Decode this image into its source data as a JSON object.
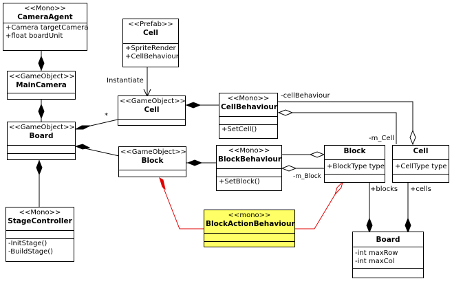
{
  "classes": {
    "camera_agent": {
      "stereotype": "<<Mono>>",
      "name": "CameraAgent",
      "attributes": [
        "+Camera targetCamera",
        "+float boardUnit"
      ]
    },
    "main_camera": {
      "stereotype": "<<GameObject>>",
      "name": "MainCamera"
    },
    "prefab_cell": {
      "stereotype": "<<Prefab>>",
      "name": "Cell",
      "attributes": [
        "+SpriteRender",
        "+CellBehaviour"
      ]
    },
    "go_cell": {
      "stereotype": "<<GameObject>>",
      "name": "Cell"
    },
    "go_board": {
      "stereotype": "<<GameObject>>",
      "name": "Board"
    },
    "go_block": {
      "stereotype": "<<GameObject>>",
      "name": "Block"
    },
    "cell_behaviour": {
      "stereotype": "<<Mono>>",
      "name": "CellBehaviour",
      "operations": [
        "+SetCell()"
      ]
    },
    "block_behaviour": {
      "stereotype": "<<Mono>>",
      "name": "BlockBehaviour",
      "operations": [
        "+SetBlock()"
      ]
    },
    "block": {
      "name": "Block",
      "attributes": [
        "+BlockType type"
      ]
    },
    "cell": {
      "name": "Cell",
      "attributes": [
        "+CellType type"
      ]
    },
    "stage_controller": {
      "stereotype": "<<Mono>>",
      "name": "StageController",
      "operations": [
        "-InitStage()",
        "-BuildStage()"
      ]
    },
    "block_action_behaviour": {
      "stereotype": "<<mono>>",
      "name": "BlockActionBehaviour"
    },
    "board": {
      "name": "Board",
      "attributes": [
        "-int maxRow",
        "-int maxCol"
      ]
    }
  },
  "labels": {
    "instantiate": "Instantiate",
    "multiplicity_star": "*",
    "cell_behaviour_role": "-cellBehaviour",
    "m_cell_role": "-m_Cell",
    "m_block_role": "-m_Block",
    "blocks_role": "+blocks",
    "cells_role": "+cells"
  },
  "colors": {
    "highlight_fill": "#ffff66",
    "highlight_edge": "#e00000",
    "edge": "#000000"
  }
}
